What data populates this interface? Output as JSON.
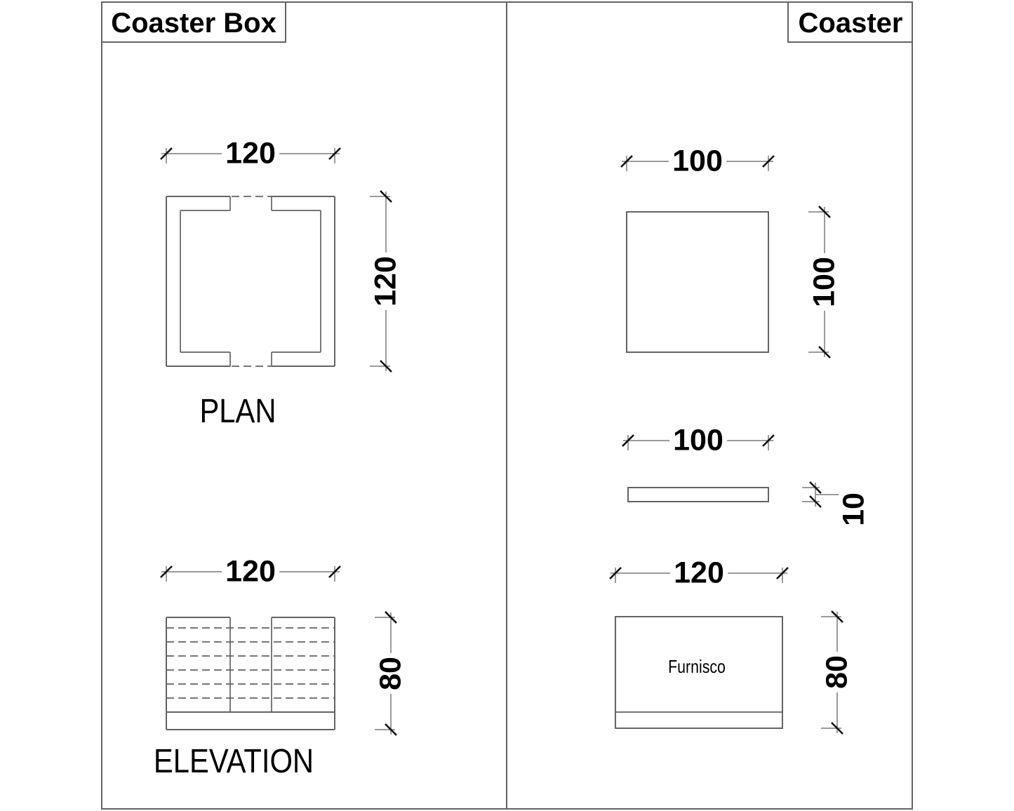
{
  "drawing": {
    "left_panel": {
      "title": "Coaster Box",
      "plan": {
        "width_dim": "120",
        "height_dim": "120",
        "label": "PLAN"
      },
      "elevation": {
        "width_dim": "120",
        "height_dim": "80",
        "label": "ELEVATION"
      }
    },
    "right_panel": {
      "title": "Coaster",
      "top_view": {
        "width_dim": "100",
        "height_dim": "100"
      },
      "side_view": {
        "width_dim": "100",
        "thickness_dim": "10"
      },
      "front_view": {
        "width_dim": "120",
        "height_dim": "80",
        "brand_label": "Furnisco"
      }
    },
    "colors": {
      "line": "#636363",
      "dim": "#7a7a7a",
      "tick": "#111111",
      "text": "#000000",
      "bg": "#ffffff"
    }
  }
}
